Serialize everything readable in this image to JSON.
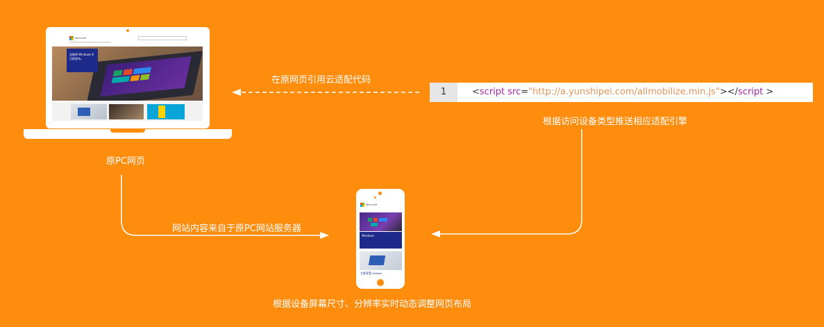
{
  "labels": {
    "embed_code": "在原网页引用云适配代码",
    "push_engine": "根据访问设备类型推送相应适配引擎",
    "original_pc": "原PC网页",
    "content_source": "网站内容来自于原PC网站服务器",
    "adjust_layout": "根据设备屏幕尺寸、分辨率实时动态调整网页布局"
  },
  "code": {
    "line_number": "1",
    "open_bracket": "<",
    "tag": "script",
    "attr": " src",
    "equals": "=",
    "value": "\"http://a.yunshipei.com/allmobilize.min.js\"",
    "mid": "></",
    "close_tag": "script",
    "close_bracket": " >"
  },
  "laptop": {
    "brand": "Microsoft",
    "hero_text": "全新的 Windows 8 已经发布。"
  },
  "phone": {
    "brand": "Microsoft",
    "banner_title": "Windows",
    "caption": "立即享受 Surface"
  },
  "colors": {
    "background": "#fe8c0d",
    "white": "#ffffff",
    "line_number_bg": "#e6e6e6",
    "code_tag": "#a626a4",
    "code_string": "#e5955a",
    "windows_blue": "#1e2a8a"
  }
}
